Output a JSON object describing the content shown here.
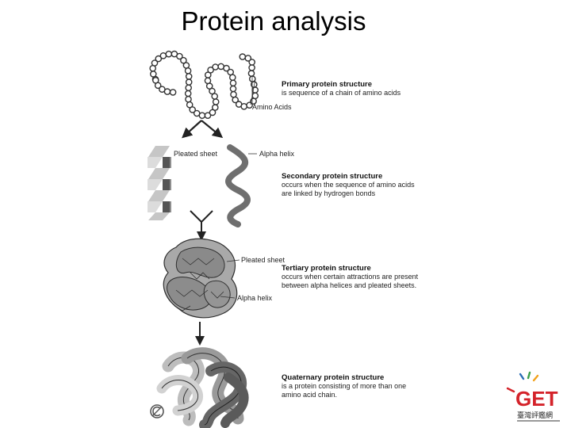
{
  "title": "Protein analysis",
  "diagram": {
    "primary": {
      "heading": "Primary protein structure",
      "lines": [
        "is sequence of a chain of amino acids"
      ],
      "residue_label": "Amino Acids"
    },
    "secondary": {
      "heading": "Secondary protein structure",
      "lines": [
        "occurs when the sequence of amino acids",
        "are linked by hydrogen bonds"
      ],
      "sheet_label": "Pleated sheet",
      "helix_label": "Alpha helix"
    },
    "tertiary": {
      "heading": "Tertiary protein structure",
      "lines": [
        "occurs when certain attractions are present",
        "between alpha helices and pleated sheets."
      ],
      "sheet_label": "Pleated sheet",
      "helix_label": "Alpha helix"
    },
    "quaternary": {
      "heading": "Quaternary protein structure",
      "lines": [
        "is a protein consisting of more than one",
        "amino acid chain."
      ]
    }
  },
  "logo": {
    "text": "GET",
    "subtitle": "臺灣評鑑網"
  },
  "colors": {
    "strand_dark": "#6a6a6a",
    "strand_mid": "#9a9a9a",
    "strand_light": "#c8c8c8",
    "logo_red": "#d4232a"
  }
}
